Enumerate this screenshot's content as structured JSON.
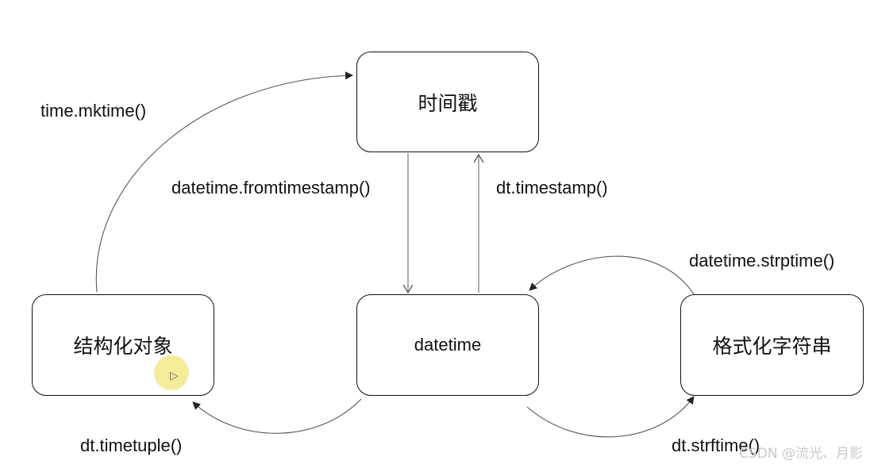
{
  "nodes": {
    "timestamp": "时间戳",
    "struct": "结构化对象",
    "datetime": "datetime",
    "string": "格式化字符串"
  },
  "edges": {
    "mktime": "time.mktime()",
    "fromtimestamp": "datetime.fromtimestamp()",
    "timestamp": "dt.timestamp()",
    "strptime": "datetime.strptime()",
    "timetuple": "dt.timetuple()",
    "strftime": "dt.strftime()"
  },
  "watermark": "CSDN @流光、月影",
  "colors": {
    "line": "#555555",
    "border": "#111111"
  }
}
